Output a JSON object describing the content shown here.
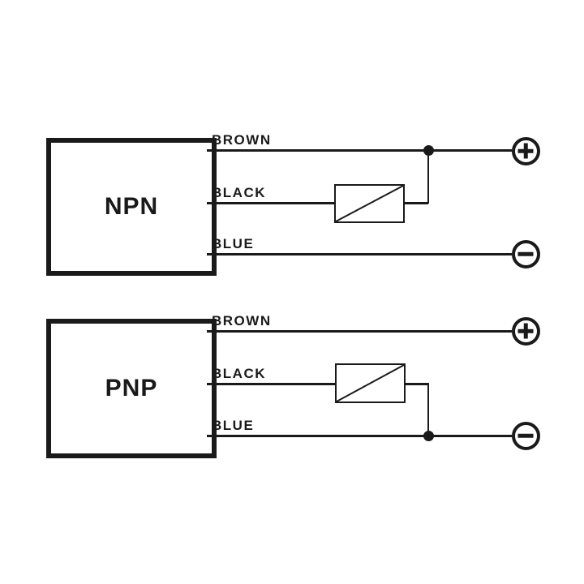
{
  "colors": {
    "ink": "#1a1a1a",
    "background": "#ffffff"
  },
  "circuits": [
    {
      "name": "NPN",
      "wire_labels": [
        "BROWN",
        "BLACK",
        "BLUE"
      ],
      "load_symbol": "load-resistor-box-with-diagonal",
      "black_wire_joins": "BROWN",
      "terminals": [
        {
          "name": "positive",
          "symbol": "+"
        },
        {
          "name": "negative",
          "symbol": "−"
        }
      ]
    },
    {
      "name": "PNP",
      "wire_labels": [
        "BROWN",
        "BLACK",
        "BLUE"
      ],
      "load_symbol": "load-resistor-box-with-diagonal",
      "black_wire_joins": "BLUE",
      "terminals": [
        {
          "name": "positive",
          "symbol": "+"
        },
        {
          "name": "negative",
          "symbol": "−"
        }
      ]
    }
  ]
}
